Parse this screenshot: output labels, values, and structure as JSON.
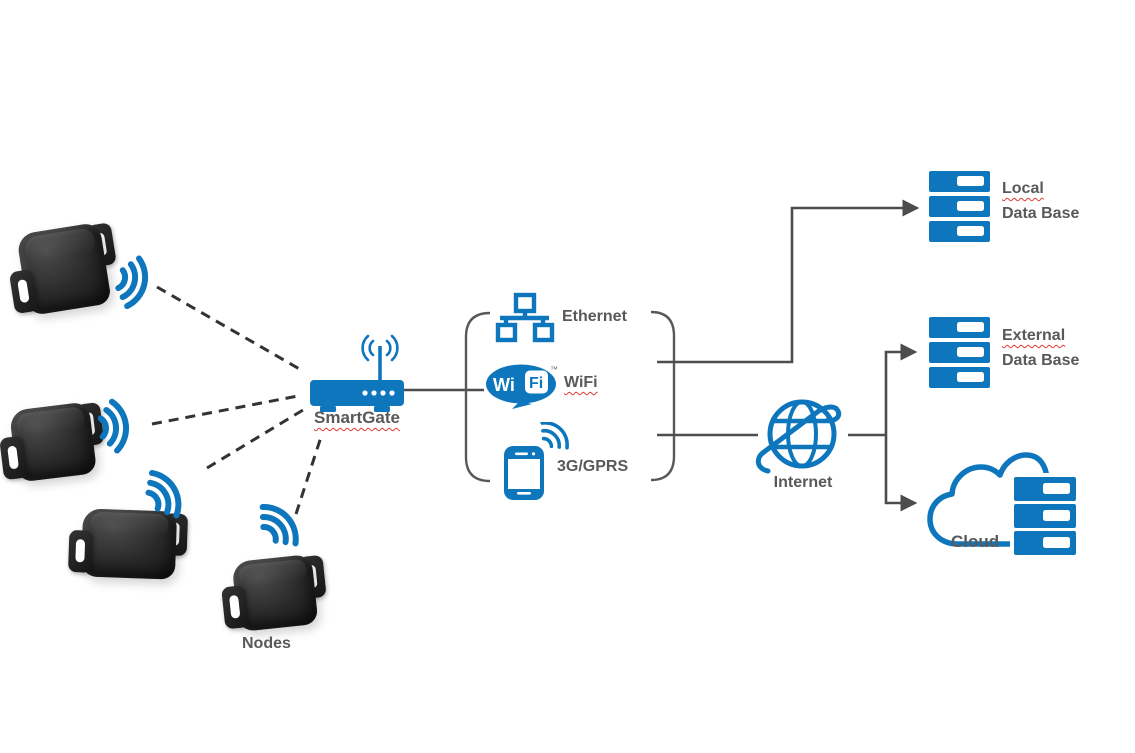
{
  "labels": {
    "nodes": "Nodes",
    "gateway": "SmartGate",
    "ethernet": "Ethernet",
    "wifi": "WiFi",
    "cellular": "3G/GPRS",
    "internet": "Internet",
    "cloud": "Cloud",
    "local_db": {
      "line1": "Local",
      "line2": "Data Base"
    },
    "external_db": {
      "line1": "External",
      "line2": "Data Base"
    }
  },
  "wifi_logo": {
    "wi": "Wi",
    "fi": "Fi",
    "tm": "™"
  },
  "colors": {
    "brand_blue": "#0e76bc",
    "label_gray": "#595959",
    "connector_gray": "#4d4d4d",
    "dashed_line": "#333333",
    "spellcheck_red": "#e03c31",
    "node_black": "#1d1d1d"
  },
  "icons": {
    "sensor": "node-device-icon",
    "signal": "wifi-signal-icon",
    "gateway": "router-icon",
    "ethernet": "ethernet-network-icon",
    "wifi": "wifi-logo-icon",
    "cellular": "smartphone-icon",
    "internet": "globe-icon",
    "database": "server-stack-icon",
    "cloud": "cloud-icon"
  }
}
